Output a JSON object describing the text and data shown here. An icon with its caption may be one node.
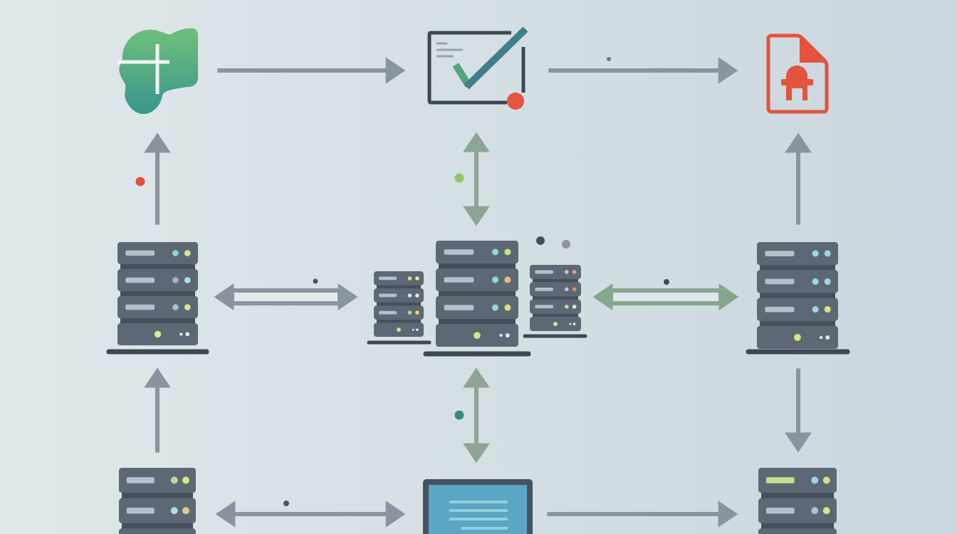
{
  "diagram": {
    "nodes": [
      {
        "text": [],
        "shape": "picture"
      },
      {
        "text": [],
        "shape": "picture"
      },
      {
        "text": [],
        "shape": "document"
      },
      {
        "text": [],
        "shape": "server"
      },
      {
        "text": [],
        "shape": "server"
      },
      {
        "text": [],
        "shape": "server"
      },
      {
        "text": [],
        "shape": "server"
      },
      {
        "text": [],
        "shape": "server"
      },
      {
        "text": [],
        "shape": "server"
      },
      {
        "text": [],
        "shape": "monitor"
      },
      {
        "text": [],
        "shape": "server"
      }
    ],
    "edges": [
      {
        "from": 0,
        "to": 1,
        "arrow": "to"
      },
      {
        "from": 1,
        "to": 2,
        "arrow": "to"
      },
      {
        "from": 3,
        "to": 0,
        "arrow": "to"
      },
      {
        "from": 1,
        "to": 5,
        "arrow": "both",
        "color": "#8ea497"
      },
      {
        "from": 7,
        "to": 2,
        "arrow": "to"
      },
      {
        "from": 3,
        "to": 4,
        "arrow": "both",
        "style": "thick"
      },
      {
        "from": 6,
        "to": 7,
        "arrow": "both",
        "style": "thick",
        "color": "#86a78e"
      },
      {
        "from": 8,
        "to": 3,
        "arrow": "to"
      },
      {
        "from": 5,
        "to": 9,
        "arrow": "both",
        "color": "#8ea497"
      },
      {
        "from": 7,
        "to": 10,
        "arrow": "to"
      },
      {
        "from": 8,
        "to": 9,
        "arrow": "both"
      },
      {
        "from": 9,
        "to": 10,
        "arrow": "to"
      }
    ]
  }
}
